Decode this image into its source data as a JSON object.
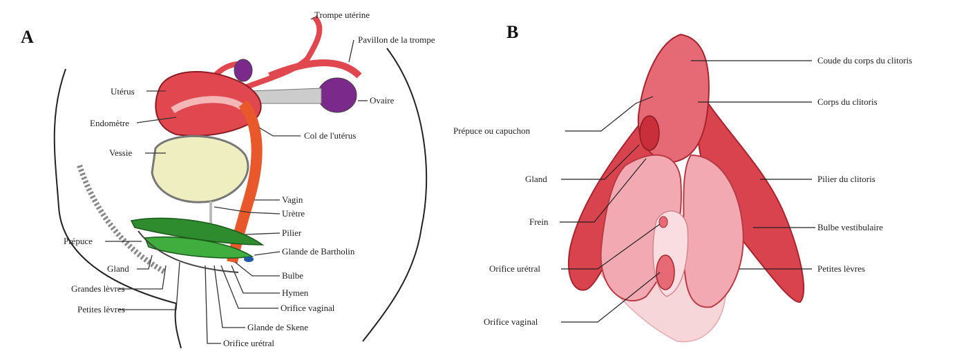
{
  "panel_a": {
    "letter": "A",
    "labels": {
      "trompe": "Trompe utérine",
      "pavillon": "Pavillon de la trompe",
      "uterus": "Utérus",
      "ovaire": "Ovaire",
      "endometre": "Endomètre",
      "col": "Col de l'utérus",
      "vessie": "Vessie",
      "vagin": "Vagin",
      "uretre": "Urètre",
      "pilier": "Pilier",
      "prepuce": "Prépuce",
      "bartholin": "Glande de Bartholin",
      "gland": "Gland",
      "bulbe": "Bulbe",
      "grandes_levres": "Grandes lèvres",
      "hymen": "Hymen",
      "petites_levres": "Petites lèvres",
      "orifice_vaginal": "Orifice vaginal",
      "skene": "Glande de Skene",
      "orifice_uretral": "Orifice urétral"
    }
  },
  "panel_b": {
    "letter": "B",
    "labels": {
      "coude": "Coude du corps du clitoris",
      "corps": "Corps du clitoris",
      "prepuce": "Prépuce ou capuchon",
      "gland": "Gland",
      "pilier": "Pilier du clitoris",
      "frein": "Frein",
      "bulbe": "Bulbe vestibulaire",
      "orifice_uretral": "Orifice urétral",
      "petites_levres": "Petites lèvres",
      "orifice_vaginal": "Orifice vaginal"
    }
  },
  "colors": {
    "uterus": "#e0474f",
    "ovary": "#7b2a8c",
    "bladder": "#eeeec0",
    "gland_green": "#2e8b2e",
    "clitoris": "#d9434e",
    "clitoris_light": "#f2b3bb"
  }
}
